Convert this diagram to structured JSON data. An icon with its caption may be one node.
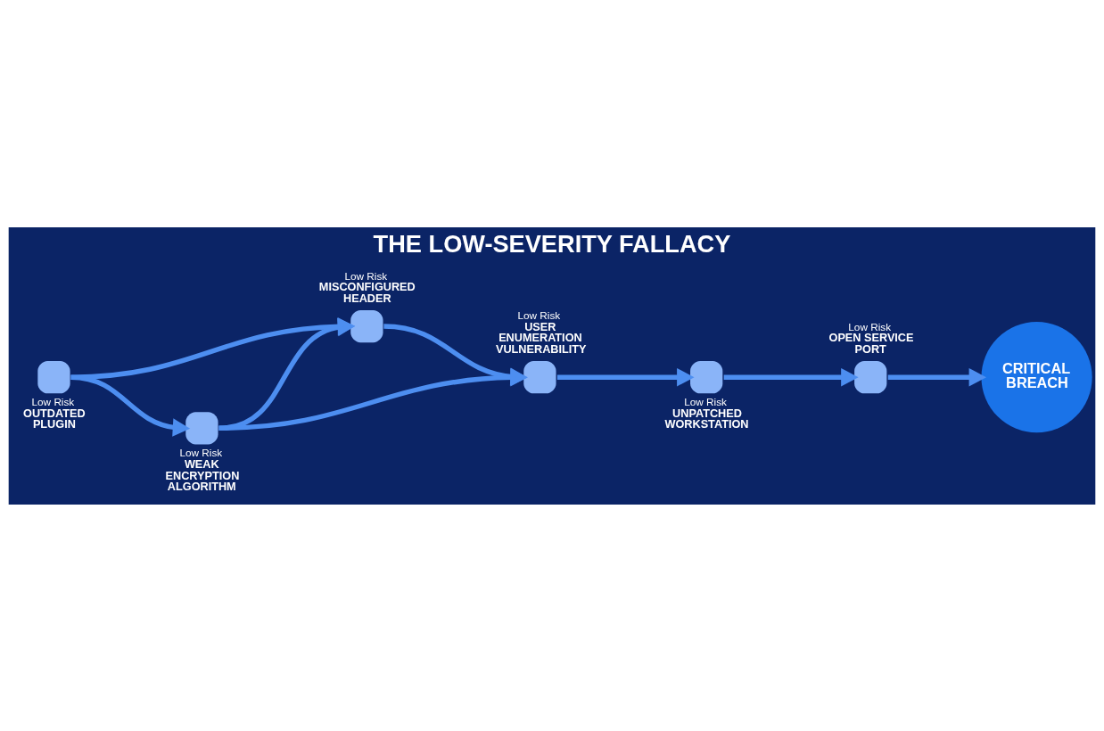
{
  "diagram": {
    "title": "THE LOW-SEVERITY FALLACY",
    "nodes": [
      {
        "text": [
          "Low Risk",
          "OUTDATED PLUGIN"
        ]
      },
      {
        "text": [
          "Low Risk",
          "MISCONFIGURED HEADER"
        ]
      },
      {
        "text": [
          "Low Risk",
          "WEAK ENCRYPTION ALGORITHM"
        ]
      },
      {
        "text": [
          "Low Risk",
          "USER ENUMERATION VULNERABILITY"
        ]
      },
      {
        "text": [
          "Low Risk",
          "UNPATCHED WORKSTATION"
        ]
      },
      {
        "text": [
          "Low Risk",
          "OPEN SERVICE PORT"
        ]
      },
      {
        "text": [
          "CRITICAL BREACH"
        ]
      }
    ],
    "edges": [
      {
        "from": 0,
        "to": 1,
        "arrow": "to"
      },
      {
        "from": 0,
        "to": 2,
        "arrow": "to"
      },
      {
        "from": 2,
        "to": 1,
        "arrow": "to"
      },
      {
        "from": 2,
        "to": 3,
        "arrow": "to"
      },
      {
        "from": 1,
        "to": 3,
        "arrow": "to"
      },
      {
        "from": 3,
        "to": 4,
        "arrow": "to"
      },
      {
        "from": 4,
        "to": 5,
        "arrow": "to"
      },
      {
        "from": 5,
        "to": 6,
        "arrow": "to"
      }
    ]
  }
}
